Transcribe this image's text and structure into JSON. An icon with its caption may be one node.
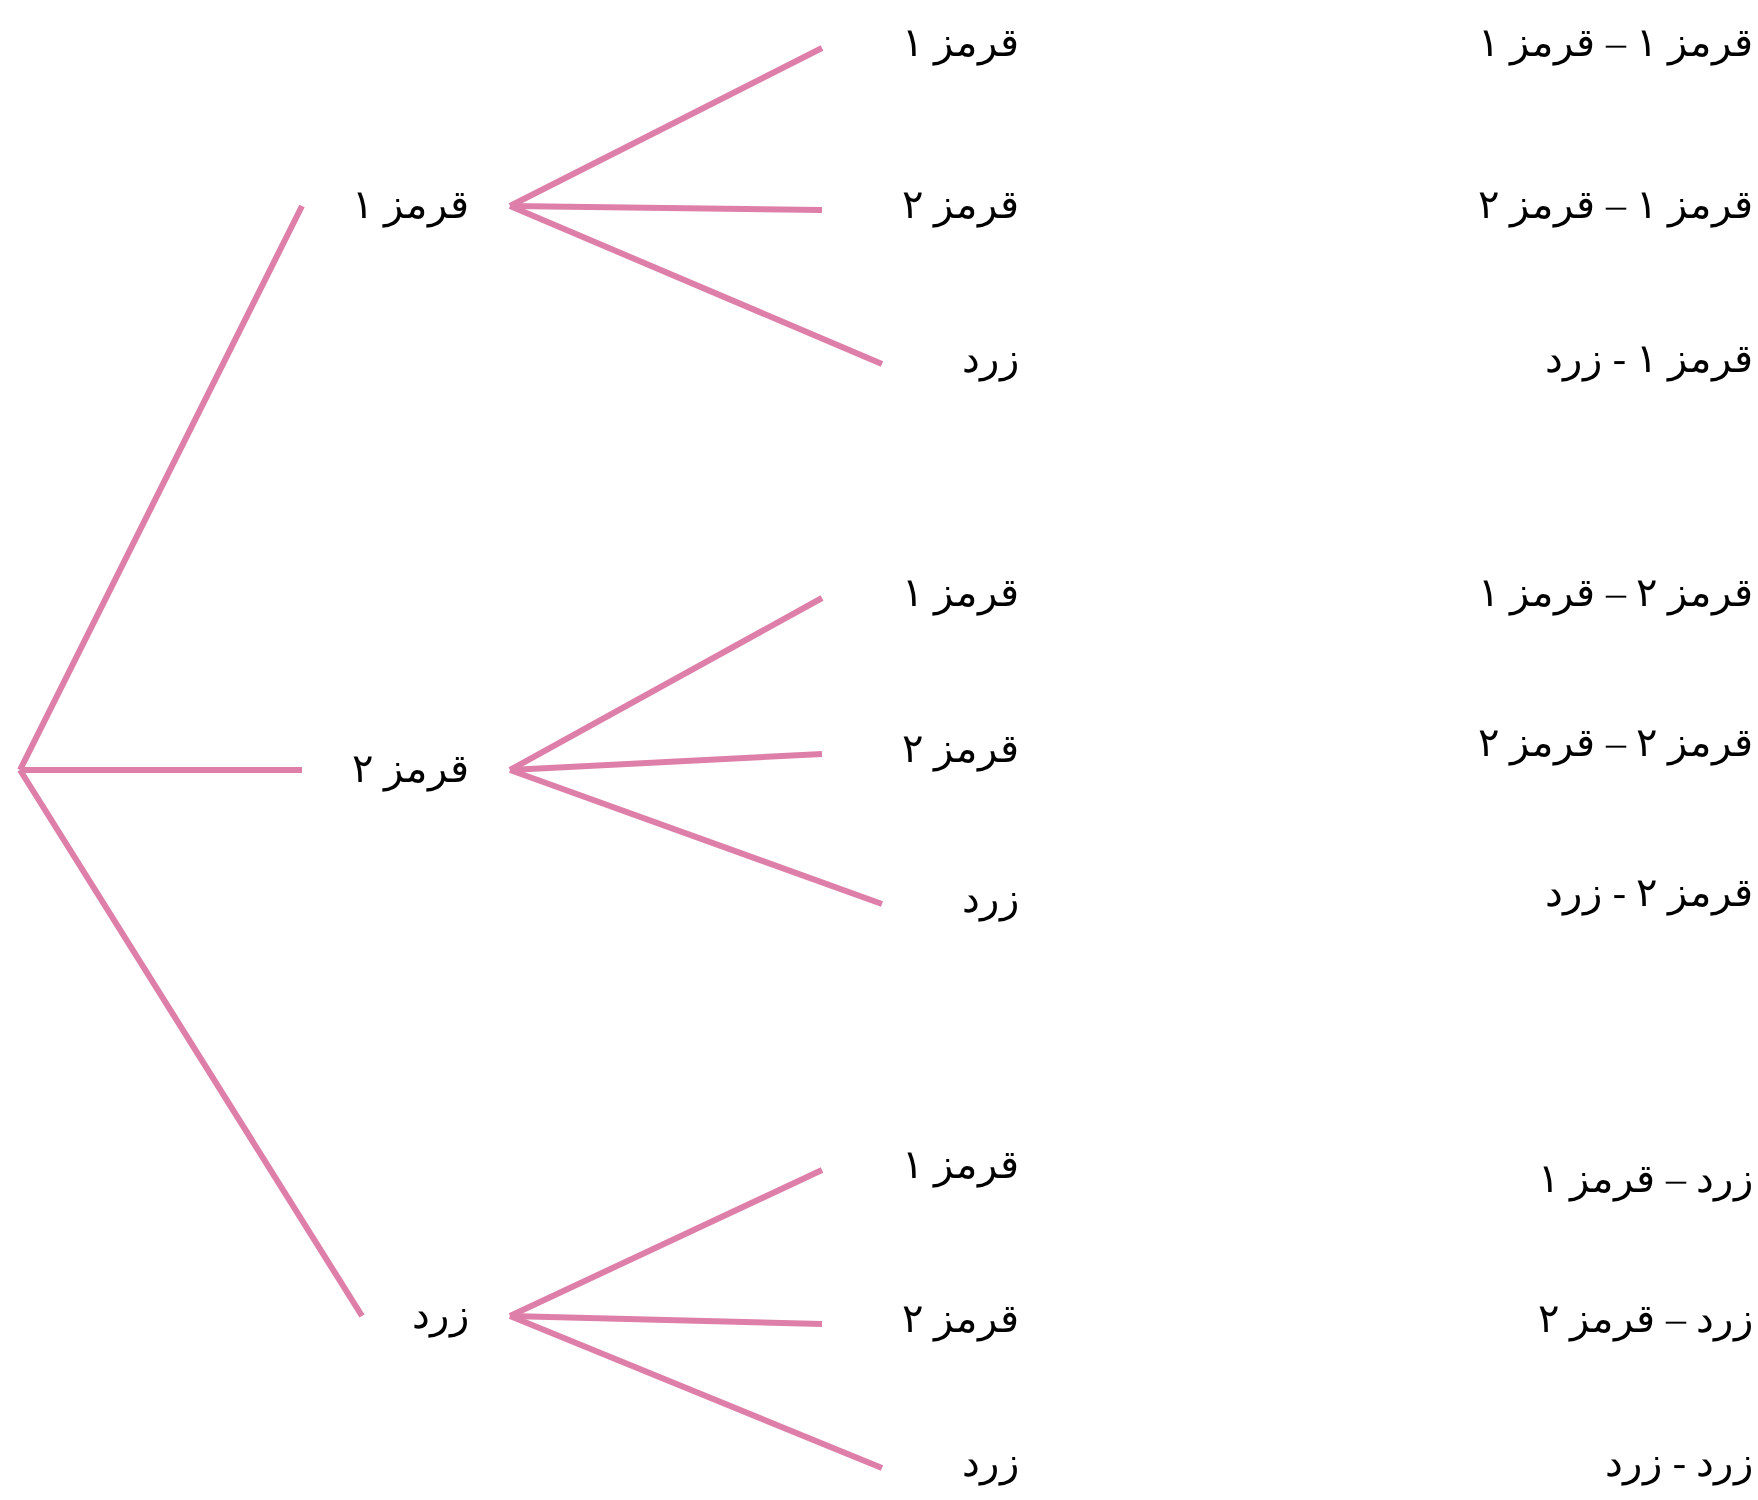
{
  "diagram": {
    "nodes": [
      {
        "text": [
          "قرمز ۱"
        ]
      },
      {
        "text": [
          "قرمز ۱"
        ]
      },
      {
        "text": [
          "قرمز ۲"
        ]
      },
      {
        "text": [
          "زرد"
        ]
      },
      {
        "text": [
          "قرمز ۲"
        ]
      },
      {
        "text": [
          "قرمز ۱"
        ]
      },
      {
        "text": [
          "قرمز ۲"
        ]
      },
      {
        "text": [
          "زرد"
        ]
      },
      {
        "text": [
          "زرد"
        ]
      },
      {
        "text": [
          "قرمز ۱"
        ]
      },
      {
        "text": [
          "قرمز ۲"
        ]
      },
      {
        "text": [
          "زرد"
        ]
      }
    ],
    "edges": [
      {
        "from": null,
        "to": 0,
        "arrow": "none"
      },
      {
        "from": 0,
        "to": 1,
        "arrow": "none"
      },
      {
        "from": 0,
        "to": 2,
        "arrow": "none"
      },
      {
        "from": 0,
        "to": 3,
        "arrow": "none"
      },
      {
        "from": null,
        "to": 4,
        "arrow": "none"
      },
      {
        "from": 4,
        "to": 5,
        "arrow": "none"
      },
      {
        "from": 4,
        "to": 6,
        "arrow": "none"
      },
      {
        "from": 4,
        "to": 7,
        "arrow": "none"
      },
      {
        "from": null,
        "to": 8,
        "arrow": "none"
      },
      {
        "from": 8,
        "to": 9,
        "arrow": "none"
      },
      {
        "from": 8,
        "to": 10,
        "arrow": "none"
      },
      {
        "from": 8,
        "to": 11,
        "arrow": "none"
      }
    ],
    "labels": [
      "قرمز ۱ – قرمز ۱",
      "قرمز ۱ – قرمز ۲",
      "قرمز ۱ - زرد",
      "قرمز ۲ – قرمز ۱",
      "قرمز ۲ – قرمز ۲",
      "قرمز ۲ - زرد",
      "زرد – قرمز ۱",
      "زرد – قرمز ۲",
      "زرد - زرد"
    ]
  }
}
